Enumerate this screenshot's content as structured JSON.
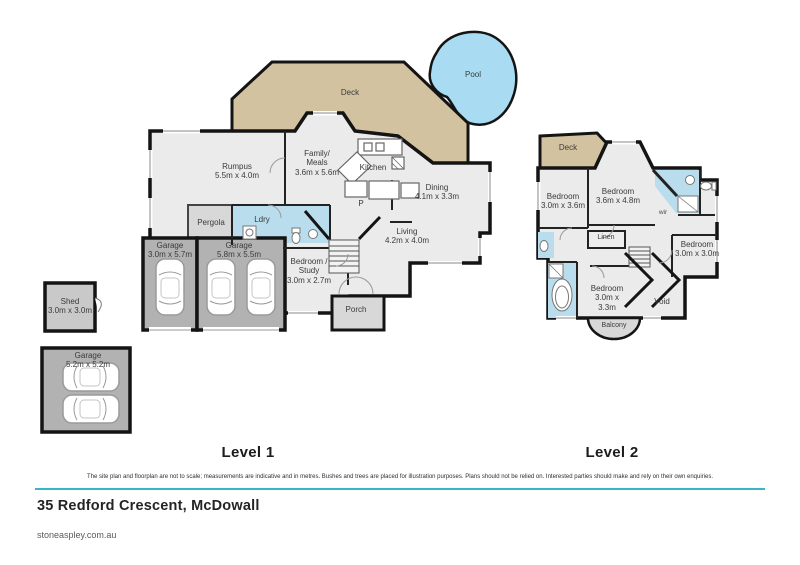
{
  "level1": {
    "title": "Level 1",
    "rooms": {
      "deck": {
        "lines": [
          "Deck"
        ]
      },
      "pool": {
        "lines": [
          "Pool"
        ]
      },
      "rumpus": {
        "lines": [
          "Rumpus",
          "5.5m x 4.0m"
        ]
      },
      "family_meals": {
        "lines": [
          "Family/",
          "Meals",
          "3.6m x 5.6m"
        ]
      },
      "kitchen": {
        "lines": [
          "Kitchen"
        ]
      },
      "pantry": {
        "lines": [
          "P"
        ]
      },
      "dining": {
        "lines": [
          "Dining",
          "4.1m x 3.3m"
        ]
      },
      "living": {
        "lines": [
          "Living",
          "4.2m x 4.0m"
        ]
      },
      "laundry": {
        "lines": [
          "Ldry"
        ]
      },
      "pergola": {
        "lines": [
          "Pergola"
        ]
      },
      "garage_single": {
        "lines": [
          "Garage",
          "3.0m x 5.7m"
        ]
      },
      "garage_double": {
        "lines": [
          "Garage",
          "5.8m x 5.5m"
        ]
      },
      "bedroom_study": {
        "lines": [
          "Bedroom /",
          "Study",
          "3.0m x 2.7m"
        ]
      },
      "porch": {
        "lines": [
          "Porch"
        ]
      },
      "shed": {
        "lines": [
          "Shed",
          "3.0m x 3.0m"
        ]
      },
      "garage_detached": {
        "lines": [
          "Garage",
          "5.2m x 5.2m"
        ]
      }
    }
  },
  "level2": {
    "title": "Level 2",
    "rooms": {
      "deck": {
        "lines": [
          "Deck"
        ]
      },
      "bedroom_front": {
        "lines": [
          "Bedroom",
          "3.0m x 3.6m"
        ]
      },
      "bedroom_master": {
        "lines": [
          "Bedroom",
          "3.6m x 4.8m"
        ]
      },
      "walk_in_robe": {
        "lines": [
          "wir"
        ]
      },
      "linen": {
        "lines": [
          "Linen"
        ]
      },
      "bedroom_right": {
        "lines": [
          "Bedroom",
          "3.0m x 3.0m"
        ]
      },
      "bedroom_rear": {
        "lines": [
          "Bedroom",
          "3.0m x",
          "3.3m"
        ]
      },
      "void": {
        "lines": [
          "Void"
        ]
      },
      "balcony": {
        "lines": [
          "Balcony"
        ]
      }
    }
  },
  "footer": {
    "disclaimer": "The site plan and floorplan are not to scale; measurements are indicative and in metres. Bushes and trees are placed for illustration purposes. Plans should not be relied on. Interested parties should make and rely on their own enquiries.",
    "address": "35 Redford Crescent, McDowall",
    "website": "stoneaspley.com.au"
  },
  "colors": {
    "deck": "#d3c2a0",
    "pool": "#a9dcf3",
    "wet_area": "#b9ddec",
    "room": "#ebebeb",
    "garage": "#b2b2b2",
    "outdoor": "#d8d8d8",
    "wall": "#141414",
    "accent": "#38b6c7"
  }
}
